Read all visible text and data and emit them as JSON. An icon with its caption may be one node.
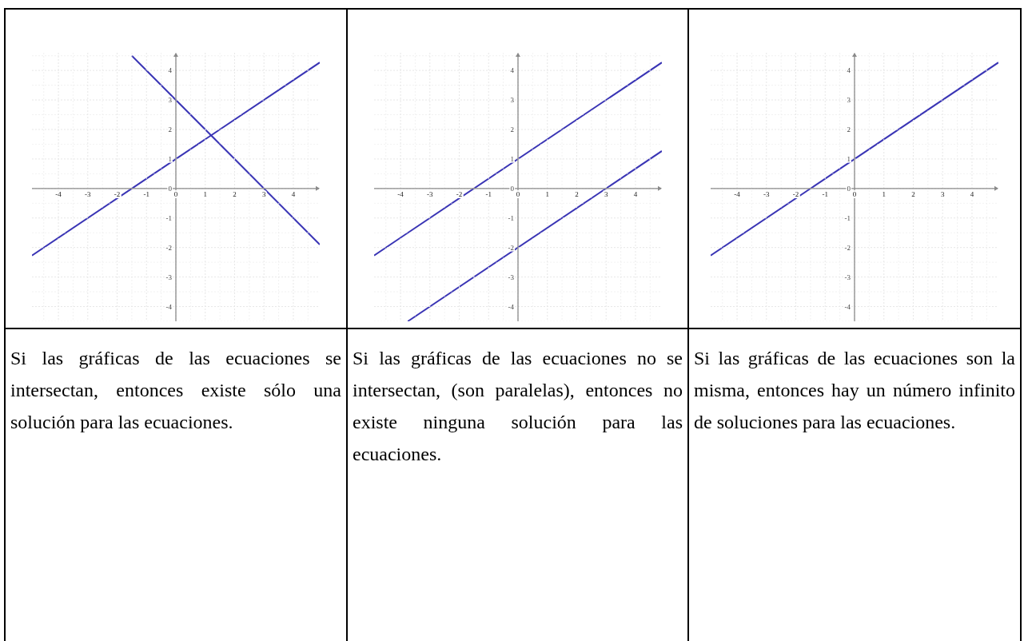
{
  "diagram": {
    "labels": [
      "Si las gráficas de las ecuaciones se intersectan, entonces existe sólo una solución para las ecuaciones.",
      "Si las gráficas de las ecuaciones no se intersectan, (son paralelas), entonces no existe ninguna solución para las ecuaciones.",
      "Si las gráficas de las ecuaciones son la misma, entonces hay un número infinito de soluciones para las ecuaciones."
    ],
    "chart_data": [
      {
        "type": "line",
        "grid": true,
        "x": [
          -4.9,
          -1.5,
          4.9
        ],
        "series": [
          {
            "color": "#3a35b5",
            "values": [
              -2.27,
              0,
              4.27
            ]
          },
          {
            "color": "#3a35b5",
            "values": [
              null,
              4.5,
              -1.9
            ]
          }
        ],
        "xlim": [
          -4.9,
          4.9
        ],
        "ylim": [
          -4.5,
          4.6
        ],
        "xticks": [
          -4,
          -3,
          -2,
          -1,
          0,
          1,
          2,
          3,
          4
        ],
        "yticks": [
          -4,
          -3,
          -2,
          -1,
          0,
          1,
          2,
          3,
          4
        ]
      },
      {
        "type": "line",
        "grid": true,
        "x": [
          -4.9,
          -3.75,
          4.9
        ],
        "series": [
          {
            "color": "#3a35b5",
            "values": [
              -2.27,
              -1.5,
              4.27
            ]
          },
          {
            "color": "#3a35b5",
            "values": [
              null,
              -4.5,
              1.27
            ]
          }
        ],
        "xlim": [
          -4.9,
          4.9
        ],
        "ylim": [
          -4.5,
          4.6
        ],
        "xticks": [
          -4,
          -3,
          -2,
          -1,
          0,
          1,
          2,
          3,
          4
        ],
        "yticks": [
          -4,
          -3,
          -2,
          -1,
          0,
          1,
          2,
          3,
          4
        ]
      },
      {
        "type": "line",
        "grid": true,
        "x": [
          -4.9,
          4.9
        ],
        "series": [
          {
            "color": "#3a35b5",
            "values": [
              -2.27,
              4.27
            ]
          }
        ],
        "xlim": [
          -4.9,
          4.9
        ],
        "ylim": [
          -4.5,
          4.6
        ],
        "xticks": [
          -4,
          -3,
          -2,
          -1,
          0,
          1,
          2,
          3,
          4
        ],
        "yticks": [
          -4,
          -3,
          -2,
          -1,
          0,
          1,
          2,
          3,
          4
        ]
      }
    ]
  }
}
